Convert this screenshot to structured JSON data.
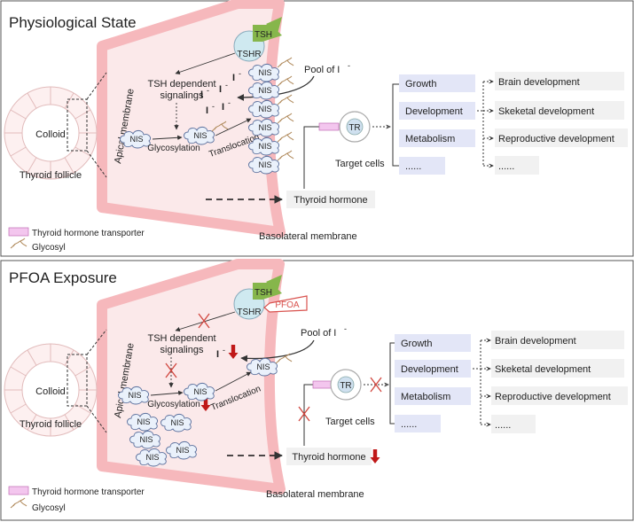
{
  "panels": [
    {
      "title": "Physiological State",
      "colloid": "Colloid",
      "follicle": "Thyroid  follicle",
      "apical": "Apical membrane",
      "tsh": "TSH",
      "tshr": "TSHR",
      "tsh_signal": "TSH dependent",
      "signalings": "signalings",
      "iodide": "I",
      "minus": "-",
      "pool": "Pool of  I",
      "nis": "NIS",
      "glycosylation": "Glycosylation",
      "translocation": "Translocation",
      "tr": "TR",
      "target_cells": "Target cells",
      "thyroid_hormone": "Thyroid hormone",
      "basolateral": "Basolateral membrane",
      "categories": [
        "Growth",
        "Development",
        "Metabolism",
        "......"
      ],
      "outcomes": [
        "Brain development",
        "Skeketal development",
        "Reproductive development",
        "......"
      ],
      "legend_transporter": "Thyroid hormone transporter",
      "legend_glycosyl": "Glycosyl"
    },
    {
      "title": "PFOA Exposure",
      "pfoa": "PFOA",
      "colloid": "Colloid",
      "follicle": "Thyroid  follicle",
      "apical": "Apical membrane",
      "tsh": "TSH",
      "tshr": "TSHR",
      "tsh_signal": "TSH dependent",
      "signalings": "signalings",
      "iodide": "I",
      "minus": "-",
      "pool": "Pool of  I",
      "nis": "NIS",
      "glycosylation": "Glycosylation",
      "translocation": "Translocation",
      "tr": "TR",
      "target_cells": "Target cells",
      "thyroid_hormone": "Thyroid hormone",
      "basolateral": "Basolateral membrane",
      "categories": [
        "Growth",
        "Development",
        "Metabolism",
        "......"
      ],
      "outcomes": [
        "Brain development",
        "Skeketal development",
        "Reproductive development",
        "......"
      ],
      "legend_transporter": "Thyroid hormone transporter",
      "legend_glycosyl": "Glycosyl"
    }
  ],
  "colors": {
    "membrane_fill": "#fbe9ea",
    "membrane_edge": "#f6b8bc",
    "tsh_green": "#86b64b",
    "tshr_fill": "#cfe9f0",
    "nis_fill": "#eaf1fb",
    "nis_stroke": "#5a6f9c",
    "box_fill": "#e3e6f7",
    "outcome_fill": "#f1f1f1",
    "transporter": "#f3c6ee",
    "inhibit_red": "#d1473f",
    "down_arrow": "#c01818",
    "pfoa_red": "#d9534f"
  },
  "icons": [
    "cloud-icon",
    "glycosyl-icon",
    "cross-icon",
    "down-arrow-icon"
  ]
}
